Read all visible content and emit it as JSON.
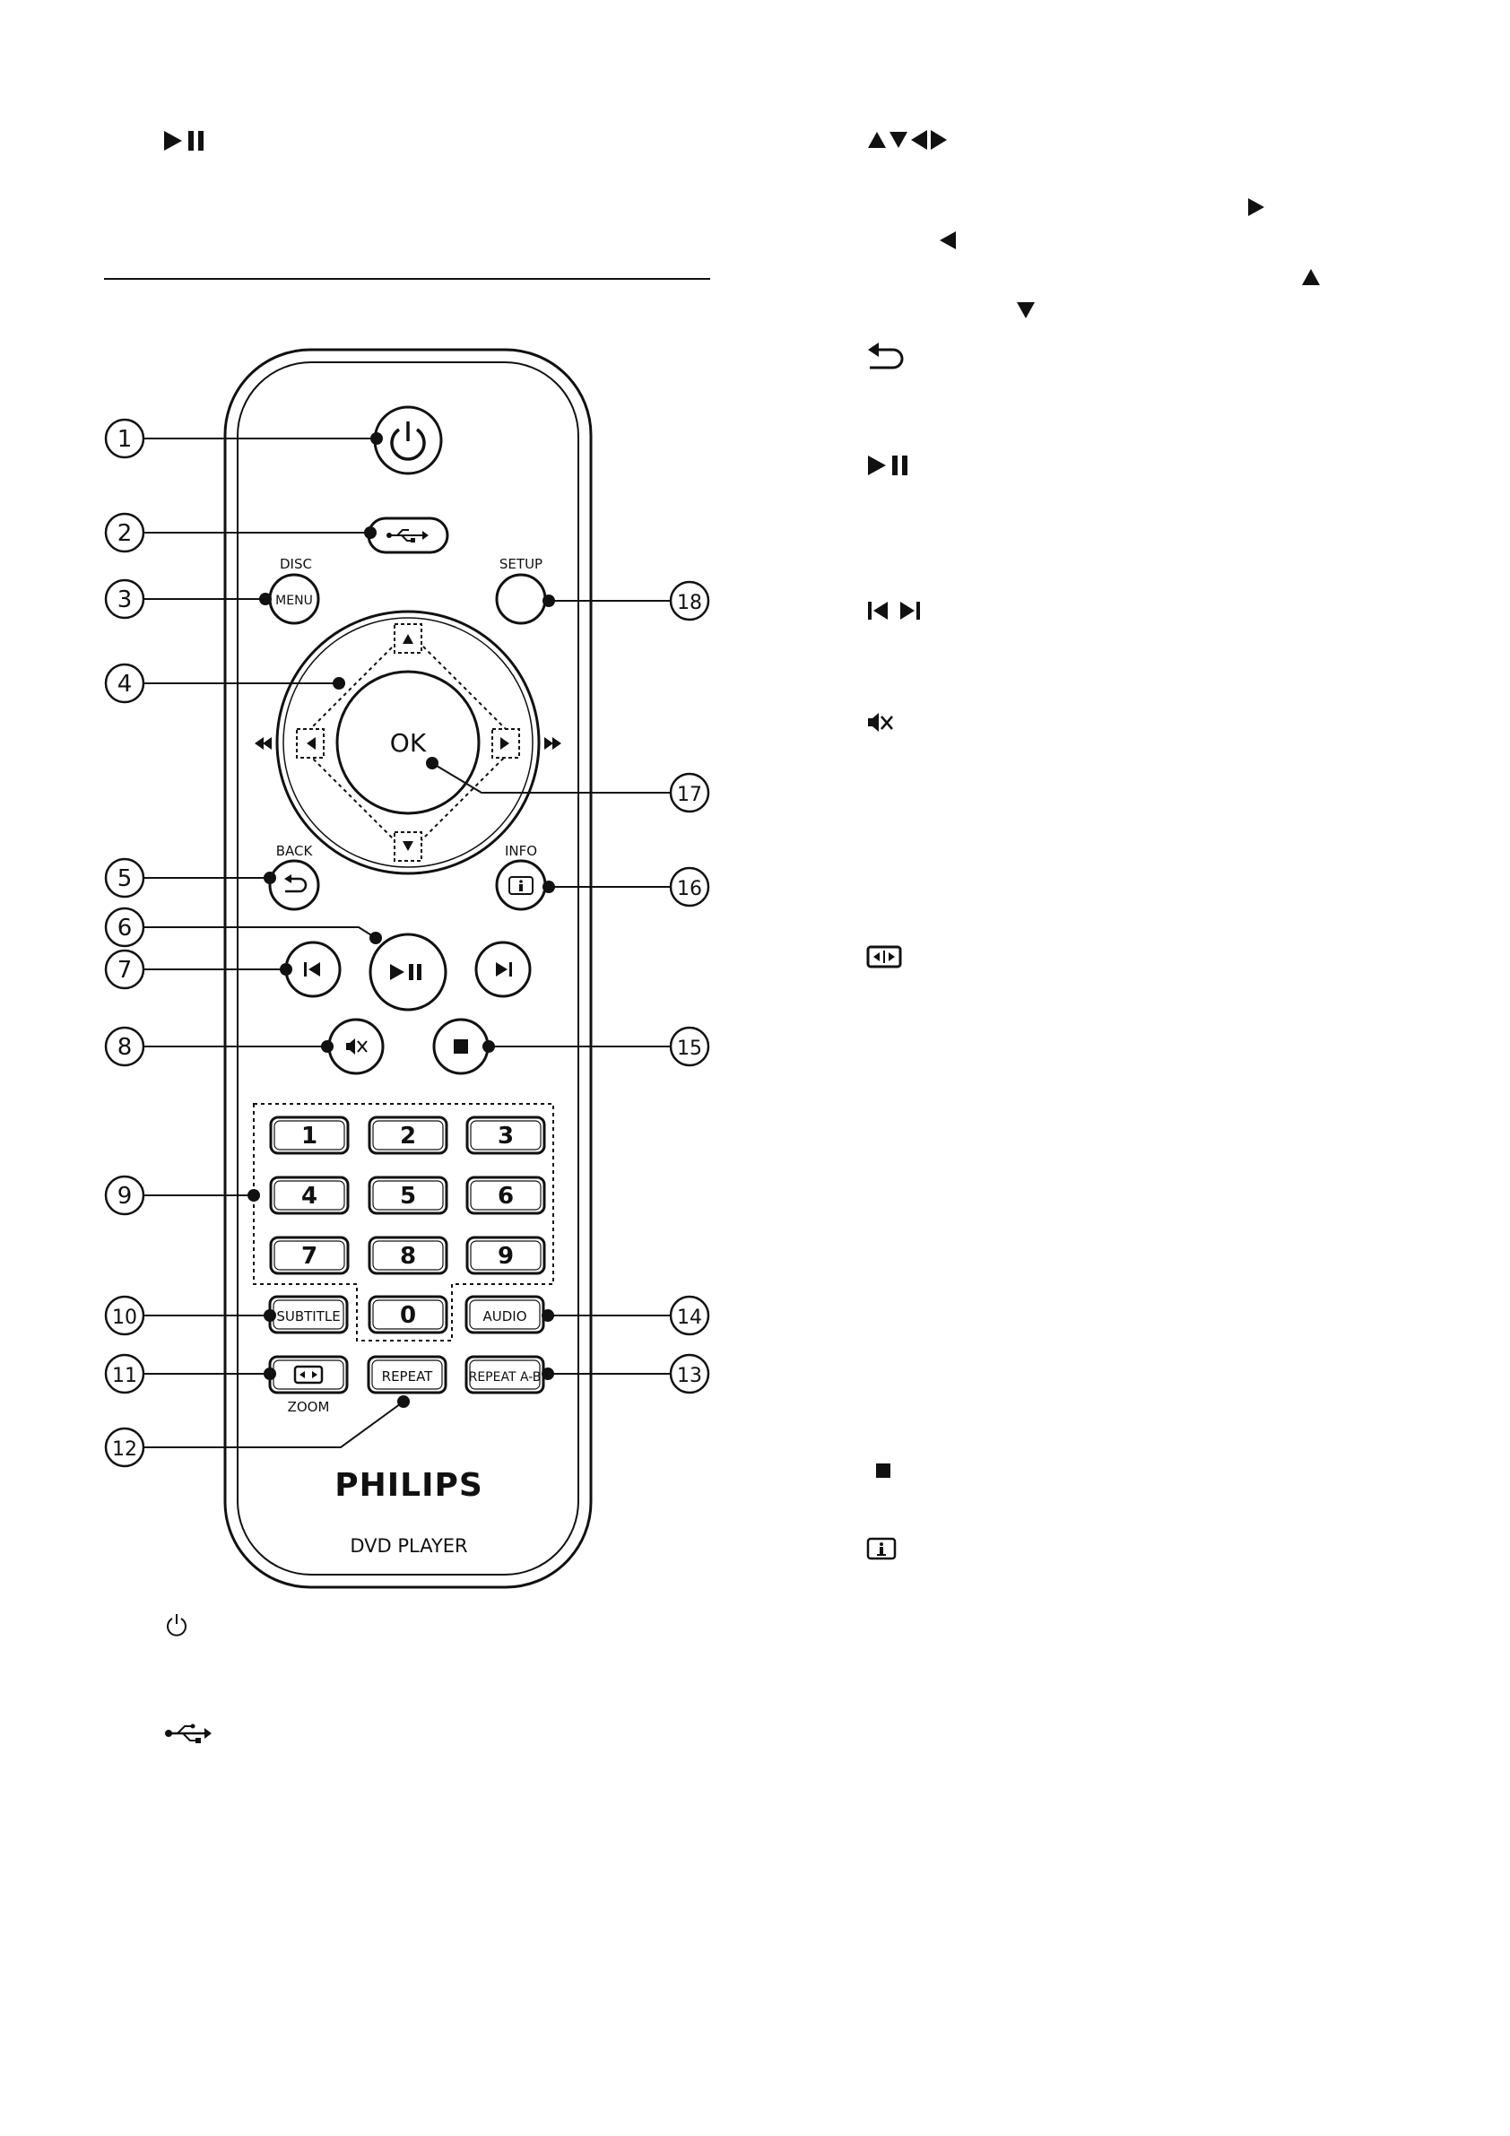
{
  "remote": {
    "brand": "PHILIPS",
    "model": "DVD PLAYER",
    "keys": {
      "disc_top": "DISC",
      "disc_menu": "MENU",
      "setup": "SETUP",
      "ok": "OK",
      "back": "BACK",
      "info": "INFO",
      "subtitle": "SUBTITLE",
      "audio": "AUDIO",
      "zoom": "ZOOM",
      "repeat": "REPEAT",
      "repeat_ab": "REPEAT A-B",
      "digits": [
        "1",
        "2",
        "3",
        "4",
        "5",
        "6",
        "7",
        "8",
        "9",
        "0"
      ]
    },
    "callouts": [
      "1",
      "2",
      "3",
      "4",
      "5",
      "6",
      "7",
      "8",
      "9",
      "10",
      "11",
      "12",
      "13",
      "14",
      "15",
      "16",
      "17",
      "18"
    ]
  },
  "icons": {
    "play_pause": "play-pause-icon",
    "arrows": "navigation-arrows-icon",
    "back": "back-icon",
    "prev_next": "previous-next-icon",
    "mute": "mute-icon",
    "zoom": "zoom-icon",
    "stop": "stop-icon",
    "info": "info-icon",
    "power": "power-icon",
    "usb": "usb-icon"
  }
}
